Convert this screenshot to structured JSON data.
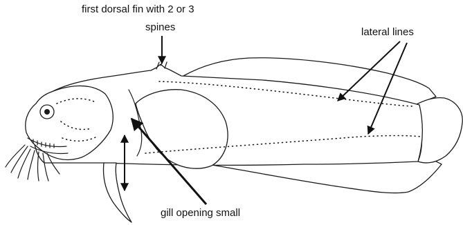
{
  "labels": {
    "dorsal_fin_line1": "first dorsal fin with 2 or 3",
    "dorsal_fin_line2": "spines",
    "lateral_lines": "lateral lines",
    "gill_opening": "gill opening small"
  }
}
